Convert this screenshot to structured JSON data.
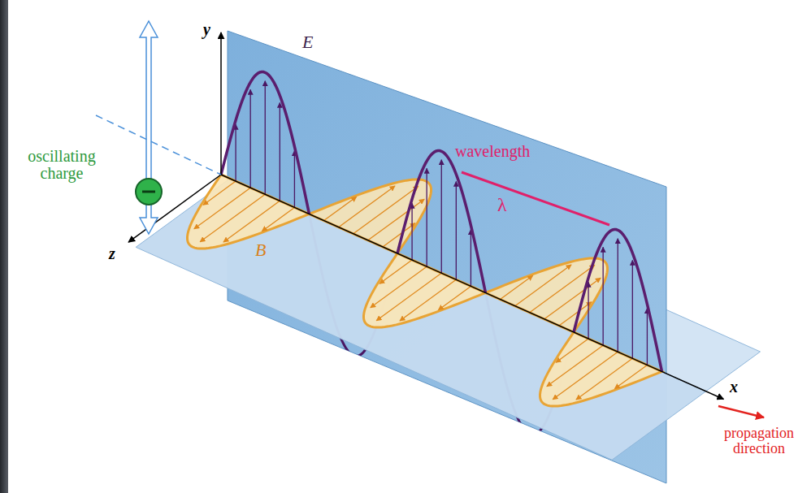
{
  "diagram": {
    "labels": [
      "y",
      "E",
      "oscillating charge",
      "wavelength",
      "λ",
      "z",
      "B",
      "x",
      "propagation direction"
    ]
  }
}
